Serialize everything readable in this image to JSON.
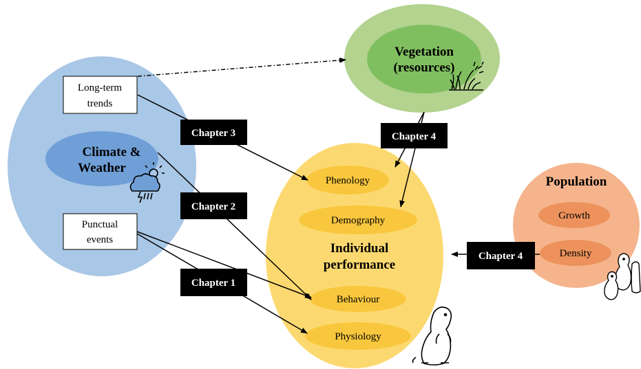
{
  "climate": {
    "title_line1": "Climate &",
    "title_line2": "Weather",
    "box_trends_line1": "Long-term",
    "box_trends_line2": "trends",
    "box_events_line1": "Punctual",
    "box_events_line2": "events",
    "icon": "thunderstorm-cloud-sun-icon"
  },
  "vegetation": {
    "title_line1": "Vegetation",
    "title_line2": "(resources)",
    "icon": "grass-bush-icon"
  },
  "individual": {
    "title_line1": "Individual",
    "title_line2": "performance",
    "items": [
      "Phenology",
      "Demography",
      "Behaviour",
      "Physiology"
    ],
    "icon": "marmot-icon"
  },
  "population": {
    "title": "Population",
    "items": [
      "Growth",
      "Density"
    ],
    "icon": "marmot-group-icon"
  },
  "chapters": {
    "c3": "Chapter 3",
    "c2": "Chapter 2",
    "c1": "Chapter 1",
    "c4_top": "Chapter 4",
    "c4_right": "Chapter 4"
  },
  "colors": {
    "climate_outer": "#a9c7e6",
    "climate_inner": "#6f9fd6",
    "vegetation_outer": "#b3d38f",
    "vegetation_inner": "#80bf60",
    "individual_outer": "#fcd970",
    "individual_item": "#f9c73e",
    "population_outer": "#f5b48c",
    "population_item": "#ed925c",
    "chapter_box": "#000000"
  }
}
